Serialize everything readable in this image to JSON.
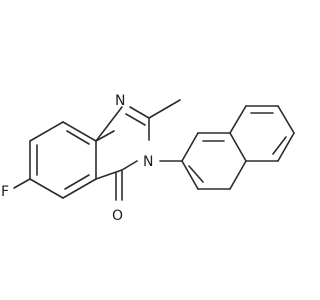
{
  "molecule": {
    "atoms": {
      "N1": "N",
      "N3": "N",
      "O": "O",
      "F": "F"
    }
  }
}
